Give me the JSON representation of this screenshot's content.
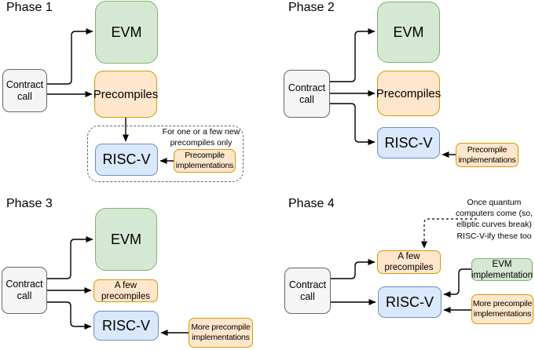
{
  "colors": {
    "evm_fill": "#d5e8d4",
    "evm_stroke": "#82b366",
    "precompile_fill": "#ffe6cc",
    "precompile_stroke": "#d79b00",
    "riscv_fill": "#dae8fc",
    "riscv_stroke": "#6c8ebf",
    "contract_fill": "#f5f5f5",
    "contract_stroke": "#666666",
    "arrow": "#000000"
  },
  "phases": [
    {
      "title": "Phase 1",
      "nodes": {
        "contract": "Contract\ncall",
        "evm": "EVM",
        "precompiles": "Precompiles",
        "riscv": "RISC-V",
        "impl": "Precompile\nimplementations"
      },
      "note": "For one or a few new\nprecompiles only"
    },
    {
      "title": "Phase 2",
      "nodes": {
        "contract": "Contract\ncall",
        "evm": "EVM",
        "precompiles": "Precompiles",
        "riscv": "RISC-V",
        "impl": "Precompile\nimplementations"
      }
    },
    {
      "title": "Phase 3",
      "nodes": {
        "contract": "Contract\ncall",
        "evm": "EVM",
        "afew": "A few\nprecompiles",
        "riscv": "RISC-V",
        "impl": "More precompile\nimplementations"
      }
    },
    {
      "title": "Phase 4",
      "nodes": {
        "contract": "Contract\ncall",
        "afew": "A few\nprecompiles",
        "riscv": "RISC-V",
        "evm_impl": "EVM\nimplementation",
        "impl": "More precompile\nimplementations"
      },
      "note": "Once quantum\ncomputers come (so,\nelliptic curves break)\nRISC-V-ify these too"
    }
  ]
}
